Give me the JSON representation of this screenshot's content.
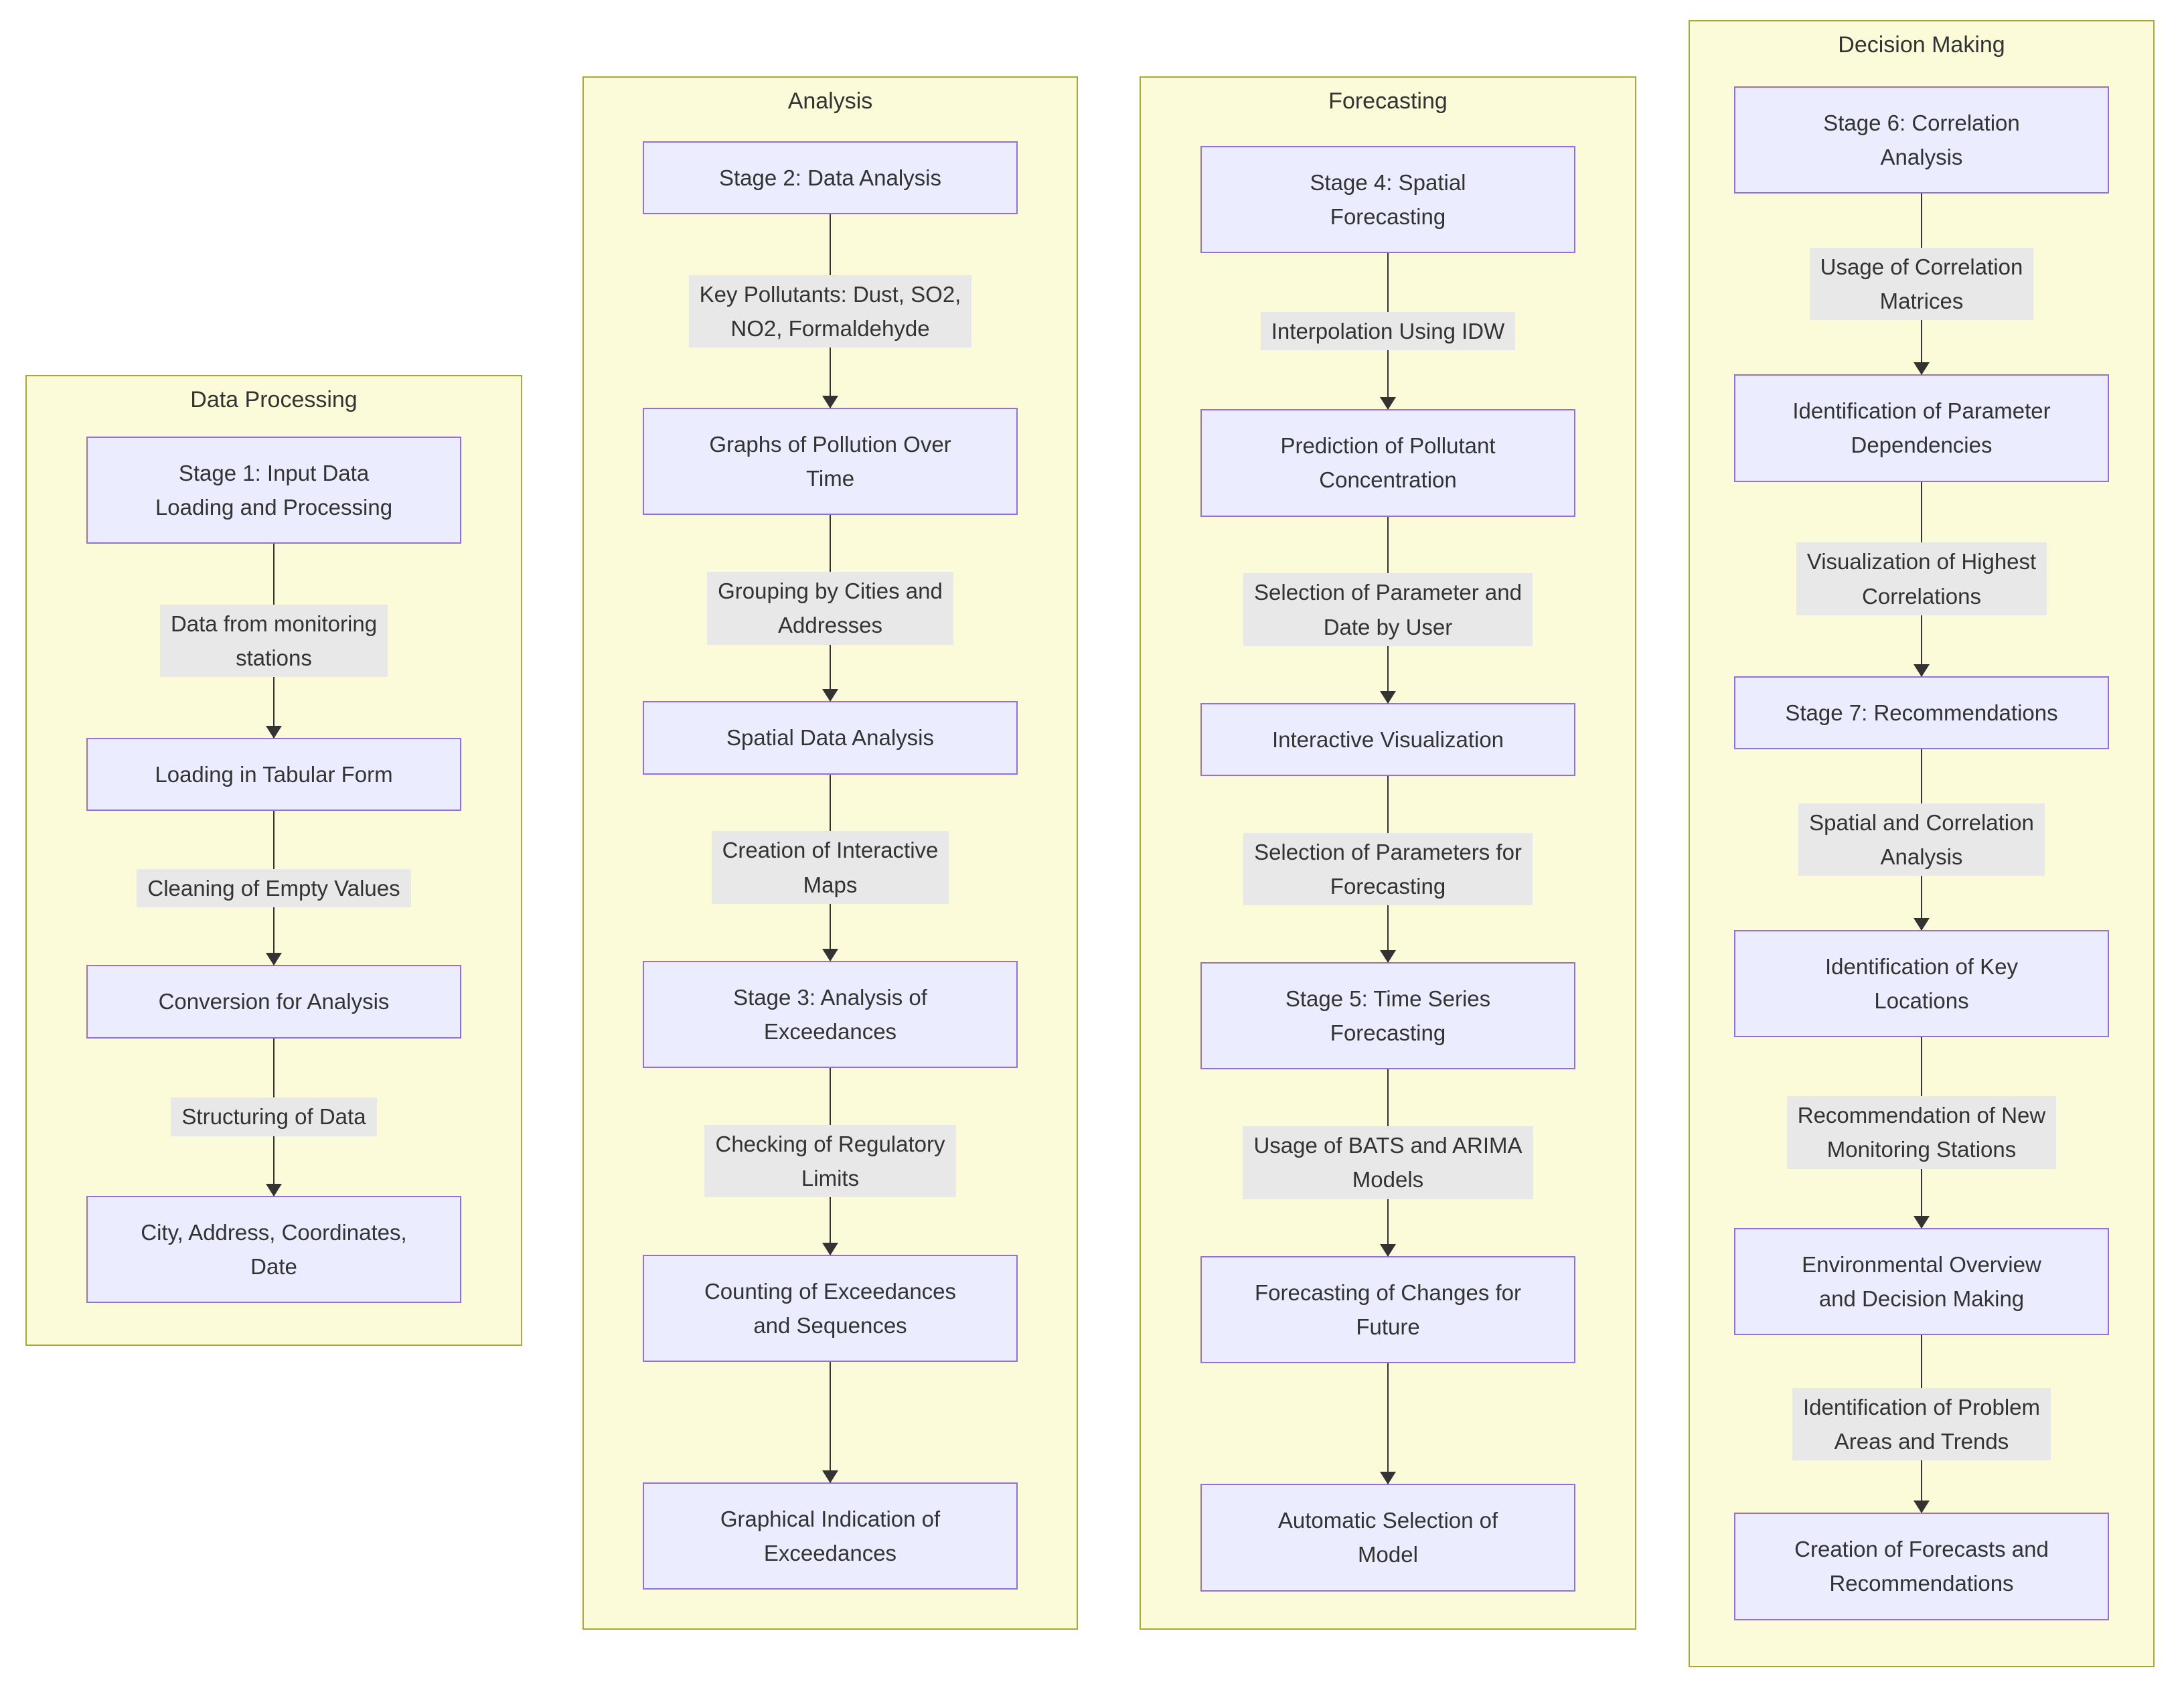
{
  "diagram": {
    "type": "flowchart",
    "clusters": [
      {
        "title": "Data Processing",
        "steps": [
          "Stage 1: Input Data\nLoading and Processing",
          "Loading in Tabular Form",
          "Conversion for Analysis",
          "City, Address, Coordinates,\nDate"
        ],
        "edge_labels": [
          "Data from monitoring\nstations",
          "Cleaning of Empty Values",
          "Structuring of Data"
        ]
      },
      {
        "title": "Analysis",
        "steps": [
          "Stage 2: Data Analysis",
          "Graphs of Pollution Over\nTime",
          "Spatial Data Analysis",
          "Stage 3: Analysis of\nExceedances",
          "Counting of Exceedances\nand Sequences",
          "Graphical Indication of\nExceedances"
        ],
        "edge_labels": [
          "Key Pollutants: Dust, SO2,\nNO2, Formaldehyde",
          "Grouping by Cities and\nAddresses",
          "Creation of Interactive\nMaps",
          "Checking of Regulatory\nLimits"
        ]
      },
      {
        "title": "Forecasting",
        "steps": [
          "Stage 4: Spatial\nForecasting",
          "Prediction of Pollutant\nConcentration",
          "Interactive Visualization",
          "Stage 5: Time Series\nForecasting",
          "Forecasting of Changes for\nFuture",
          "Automatic Selection of\nModel"
        ],
        "edge_labels": [
          "Interpolation Using IDW",
          "Selection of Parameter and\nDate by User",
          "Selection of Parameters for\nForecasting",
          "Usage of BATS and ARIMA\nModels"
        ]
      },
      {
        "title": "Decision Making",
        "steps": [
          "Stage 6: Correlation\nAnalysis",
          "Identification of Parameter\nDependencies",
          "Stage 7: Recommendations",
          "Identification of Key\nLocations",
          "Environmental Overview\nand Decision Making",
          "Creation of Forecasts and\nRecommendations"
        ],
        "edge_labels": [
          "Usage of Correlation\nMatrices",
          "Visualization of Highest\nCorrelations",
          "Spatial and Correlation\nAnalysis",
          "Recommendation of New\nMonitoring Stations",
          "Identification of Problem\nAreas and Trends"
        ]
      }
    ],
    "colors": {
      "cluster_fill": "#fbfbd9",
      "cluster_border": "#aaaa33",
      "node_fill": "#ececff",
      "node_border": "#9370db",
      "edge_label_bg": "#e8e8e8",
      "text": "#333333",
      "arrow": "#333333"
    }
  }
}
